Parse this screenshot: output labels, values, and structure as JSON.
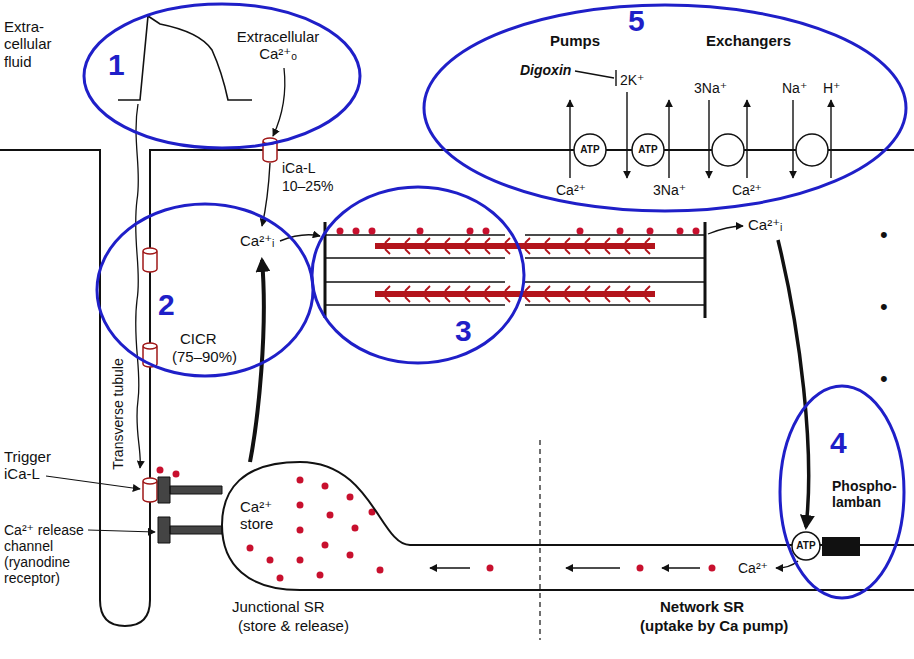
{
  "diagram": {
    "nodes": [
      {
        "text": [
          "1"
        ]
      },
      {
        "text": [
          "5"
        ]
      },
      {
        "text": [
          "ATP"
        ],
        "in": 1
      },
      {
        "text": [
          "ATP"
        ],
        "in": 1
      },
      {
        "text": [
          "2"
        ]
      },
      {
        "text": [
          "3"
        ]
      },
      {
        "text": [
          "4"
        ]
      },
      {
        "text": [
          "ATP"
        ],
        "in": 6
      },
      {
        "text": [
          "Ca²⁺ store",
          "Junctional SR",
          "(store & release)"
        ]
      }
    ],
    "labels": [
      "Extra- cellular fluid",
      "Extracellular Ca²⁺ₒ",
      "Pumps",
      "Exchangers",
      "Digoxin",
      "2K⁺",
      "3Na⁺",
      "Na⁺",
      "H⁺",
      "Ca²⁺",
      "3Na⁺",
      "Ca²⁺",
      "iCa-L",
      "10–25%",
      "Ca²⁺ᵢ",
      "Ca²⁺ᵢ",
      "CICR",
      "(75–90%)",
      "Transverse tubule",
      "Trigger iCa-L",
      "Ca²⁺ release channel (ryanodine receptor)",
      "Phospho- lamban",
      "Ca²⁺",
      "Network SR",
      "(uptake by Ca pump)",
      "•",
      "•",
      "•"
    ]
  }
}
